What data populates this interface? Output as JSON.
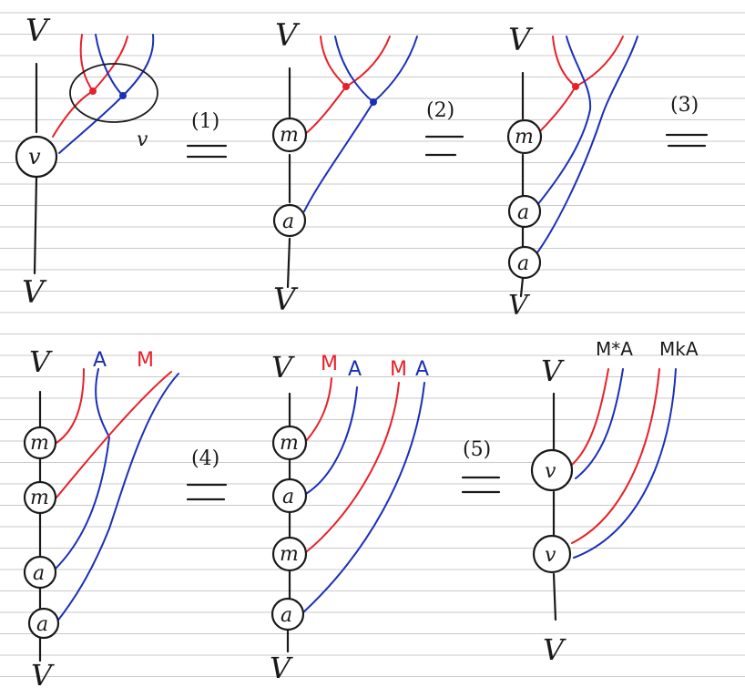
{
  "labels": {
    "V": "V",
    "m": "m",
    "a": "a",
    "v": "v",
    "rel1": "(1)",
    "rel2": "(2)",
    "rel3": "(3)",
    "rel4": "(4)",
    "rel5": "(5)",
    "M": "M",
    "A": "A",
    "MstarA": "M*A",
    "MkA": "MkA"
  },
  "colors": {
    "red": "#e8202a",
    "blue": "#1a2fb8",
    "ink": "#1a1a1a"
  }
}
